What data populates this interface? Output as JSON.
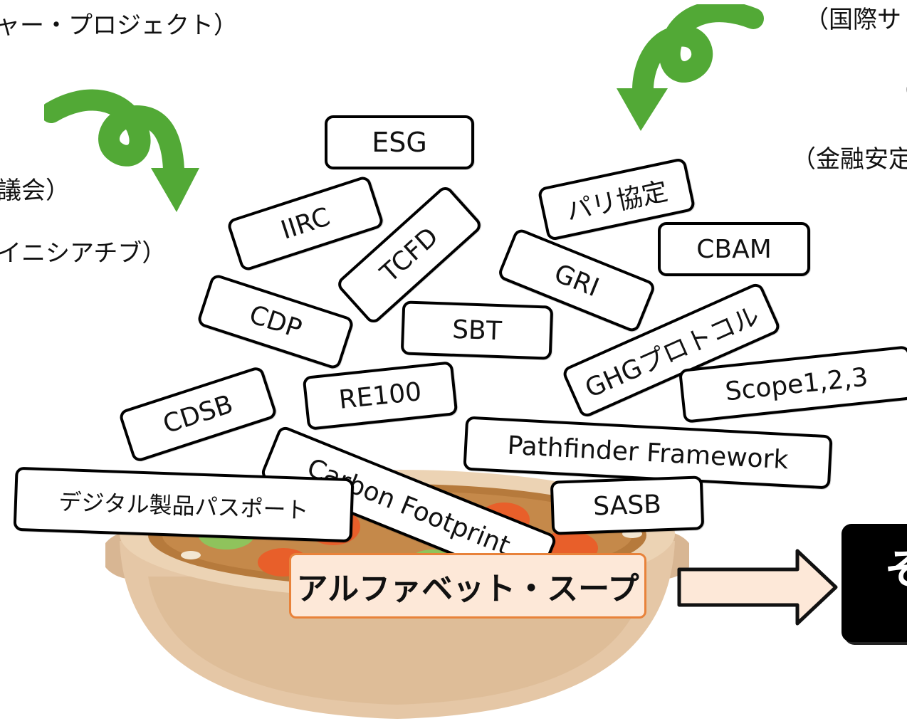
{
  "side_texts": {
    "top_left": "ャー・プロジェクト）",
    "mid_left_1": "議会）",
    "mid_left_2": "イニシアチブ）",
    "top_right": "（国際サ",
    "right_2": "（",
    "right_3": "（金融安定"
  },
  "tags": {
    "esg": "ESG",
    "iirc": "IIRC",
    "tcfd": "TCFD",
    "paris": "パリ協定",
    "cbam": "CBAM",
    "gri": "GRI",
    "cdp": "CDP",
    "sbt": "SBT",
    "ghg": "GHGプロトコル",
    "scope": "Scope1,2,3",
    "cdsb": "CDSB",
    "re100": "RE100",
    "pathfinder": "Pathfinder Framework",
    "carbon": "Carbon Footprint",
    "dpp": "デジタル製品パスポート",
    "sasb": "SASB"
  },
  "soup_label": "アルファベット・スープ",
  "result_box_text": "そ",
  "colors": {
    "arrow_green": "#52a936",
    "soup_label_bg": "#fde8d8",
    "soup_label_border": "#e8823a",
    "big_arrow_fill": "#fde8d8",
    "pot": "#e5c7a6"
  }
}
